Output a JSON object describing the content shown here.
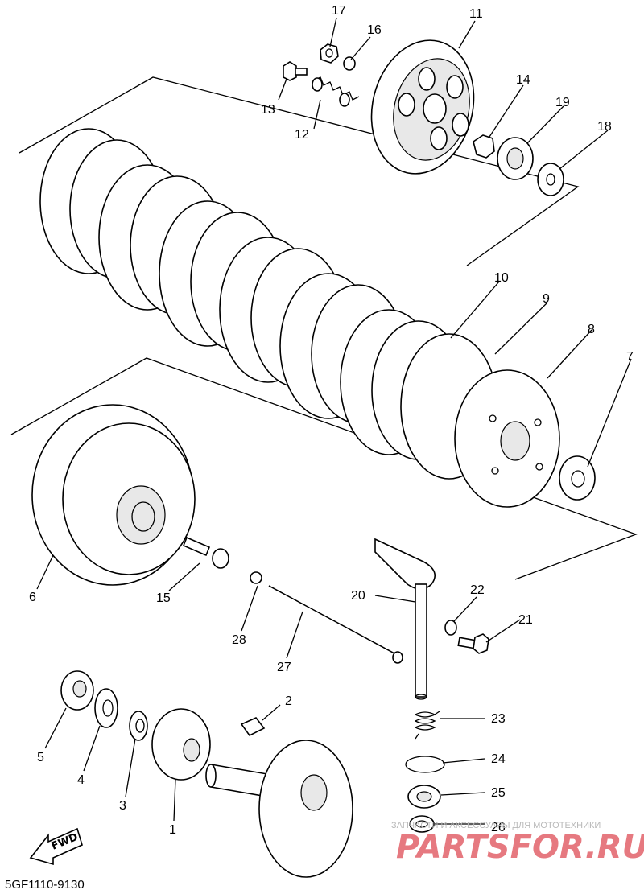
{
  "diagram": {
    "callouts": [
      {
        "id": "c17",
        "label": "17"
      },
      {
        "id": "c16",
        "label": "16"
      },
      {
        "id": "c11",
        "label": "11"
      },
      {
        "id": "c13",
        "label": "13"
      },
      {
        "id": "c12",
        "label": "12"
      },
      {
        "id": "c14",
        "label": "14"
      },
      {
        "id": "c19",
        "label": "19"
      },
      {
        "id": "c18",
        "label": "18"
      },
      {
        "id": "c10",
        "label": "10"
      },
      {
        "id": "c9",
        "label": "9"
      },
      {
        "id": "c8",
        "label": "8"
      },
      {
        "id": "c7",
        "label": "7"
      },
      {
        "id": "c6",
        "label": "6"
      },
      {
        "id": "c15",
        "label": "15"
      },
      {
        "id": "c28",
        "label": "28"
      },
      {
        "id": "c27",
        "label": "27"
      },
      {
        "id": "c20",
        "label": "20"
      },
      {
        "id": "c22",
        "label": "22"
      },
      {
        "id": "c21",
        "label": "21"
      },
      {
        "id": "c2",
        "label": "2"
      },
      {
        "id": "c23",
        "label": "23"
      },
      {
        "id": "c24",
        "label": "24"
      },
      {
        "id": "c25",
        "label": "25"
      },
      {
        "id": "c26",
        "label": "26"
      },
      {
        "id": "c5",
        "label": "5"
      },
      {
        "id": "c4",
        "label": "4"
      },
      {
        "id": "c3",
        "label": "3"
      },
      {
        "id": "c1",
        "label": "1"
      }
    ],
    "fwd_label": "FWD",
    "diagram_code": "5GF1110-9130"
  },
  "watermark": {
    "tagline": "ЗАПЧАСТИ И АКСЕССУАРЫ ДЛЯ МОТОТЕХНИКИ",
    "brand": "PARTSFOR.RU"
  }
}
